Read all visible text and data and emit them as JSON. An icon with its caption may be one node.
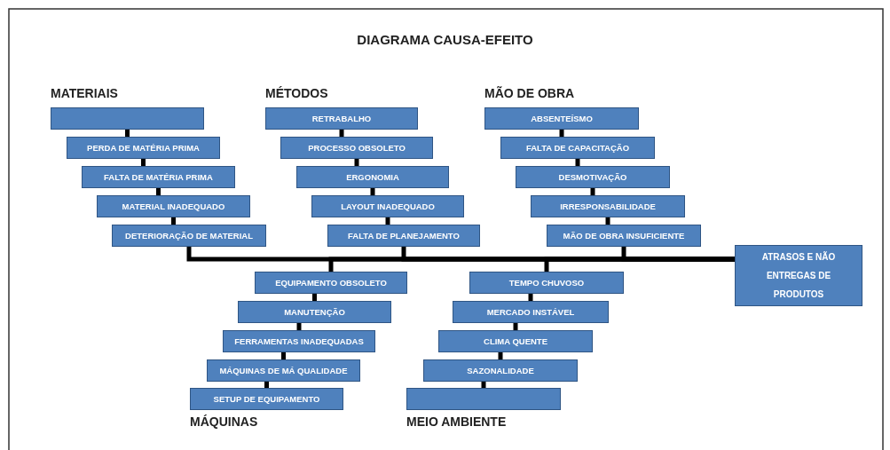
{
  "diagram": {
    "title": "DIAGRAMA CAUSA-EFEITO",
    "nodes": [
      {
        "text": [],
        "shape": "box",
        "beside": [
          "MATERIAIS"
        ]
      },
      {
        "text": [
          "PERDA DE MATÉRIA PRIMA"
        ]
      },
      {
        "text": [
          "FALTA DE MATÉRIA PRIMA"
        ]
      },
      {
        "text": [
          "MATERIAL INADEQUADO"
        ]
      },
      {
        "text": [
          "DETERIORAÇÃO DE MATERIAL"
        ]
      },
      {
        "text": [
          "RETRABALHO"
        ],
        "beside": [
          "MÉTODOS"
        ]
      },
      {
        "text": [
          "PROCESSO OBSOLETO"
        ]
      },
      {
        "text": [
          "ERGONOMIA"
        ]
      },
      {
        "text": [
          "LAYOUT INADEQUADO"
        ]
      },
      {
        "text": [
          "FALTA DE PLANEJAMENTO"
        ]
      },
      {
        "text": [
          "ABSENTEÍSMO"
        ],
        "beside": [
          "MÃO DE OBRA"
        ]
      },
      {
        "text": [
          "FALTA DE CAPACITAÇÃO"
        ]
      },
      {
        "text": [
          "DESMOTIVAÇÃO"
        ]
      },
      {
        "text": [
          "IRRESPONSABILIDADE"
        ]
      },
      {
        "text": [
          "MÃO DE OBRA INSUFICIENTE"
        ]
      },
      {
        "text": [
          "ATRASOS E NÃO ENTREGAS DE PRODUTOS"
        ]
      },
      {
        "text": [
          "EQUIPAMENTO OBSOLETO"
        ]
      },
      {
        "text": [
          "MANUTENÇÃO"
        ]
      },
      {
        "text": [
          "FERRAMENTAS INADEQUADAS"
        ]
      },
      {
        "text": [
          "MÁQUINAS DE MÁ QUALIDADE"
        ]
      },
      {
        "text": [
          "SETUP DE EQUIPAMENTO"
        ],
        "beside": [
          "MÁQUINAS"
        ]
      },
      {
        "text": [
          "TEMPO CHUVOSO"
        ]
      },
      {
        "text": [
          "MERCADO INSTÁVEL"
        ]
      },
      {
        "text": [
          "CLIMA QUENTE"
        ]
      },
      {
        "text": [
          "SAZONALIDADE"
        ]
      },
      {
        "text": [],
        "shape": "box",
        "beside": [
          "MEIO AMBIENTE"
        ]
      }
    ],
    "edges": [
      {
        "from": 0,
        "to": 1,
        "arrow": "none"
      },
      {
        "from": 1,
        "to": 2,
        "arrow": "none"
      },
      {
        "from": 2,
        "to": 3,
        "arrow": "none"
      },
      {
        "from": 3,
        "to": 4,
        "arrow": "none"
      },
      {
        "from": 4,
        "to": 15,
        "arrow": "none"
      },
      {
        "from": 5,
        "to": 6,
        "arrow": "none"
      },
      {
        "from": 6,
        "to": 7,
        "arrow": "none"
      },
      {
        "from": 7,
        "to": 8,
        "arrow": "none"
      },
      {
        "from": 8,
        "to": 9,
        "arrow": "none"
      },
      {
        "from": 9,
        "to": 15,
        "arrow": "none"
      },
      {
        "from": 10,
        "to": 11,
        "arrow": "none"
      },
      {
        "from": 11,
        "to": 12,
        "arrow": "none"
      },
      {
        "from": 12,
        "to": 13,
        "arrow": "none"
      },
      {
        "from": 13,
        "to": 14,
        "arrow": "none"
      },
      {
        "from": 14,
        "to": 15,
        "arrow": "none"
      },
      {
        "from": 17,
        "to": 16,
        "arrow": "none"
      },
      {
        "from": 18,
        "to": 17,
        "arrow": "none"
      },
      {
        "from": 19,
        "to": 18,
        "arrow": "none"
      },
      {
        "from": 20,
        "to": 19,
        "arrow": "none"
      },
      {
        "from": 16,
        "to": 15,
        "arrow": "none"
      },
      {
        "from": 22,
        "to": 21,
        "arrow": "none"
      },
      {
        "from": 23,
        "to": 22,
        "arrow": "none"
      },
      {
        "from": 24,
        "to": 23,
        "arrow": "none"
      },
      {
        "from": 25,
        "to": 24,
        "arrow": "none"
      },
      {
        "from": 21,
        "to": 15,
        "arrow": "none"
      }
    ]
  }
}
